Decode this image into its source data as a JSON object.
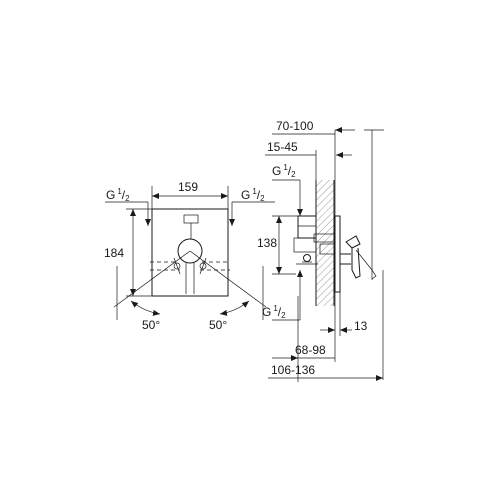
{
  "front_view": {
    "width_label": "159",
    "height_label": "184",
    "thread_left": {
      "main": "G",
      "num": "1",
      "den": "2"
    },
    "thread_right": {
      "main": "G",
      "num": "1",
      "den": "2"
    },
    "angle_left": "50°",
    "angle_right": "50°"
  },
  "side_view": {
    "dim_top": "70-100",
    "dim_second": "15-45",
    "thread_top": {
      "main": "G",
      "num": "1",
      "den": "2"
    },
    "dim_height": "138",
    "thread_bottom": {
      "main": "G",
      "num": "1",
      "den": "2"
    },
    "dim_cover": "13",
    "dim_lower": "68-98",
    "dim_bottom": "106-136"
  }
}
